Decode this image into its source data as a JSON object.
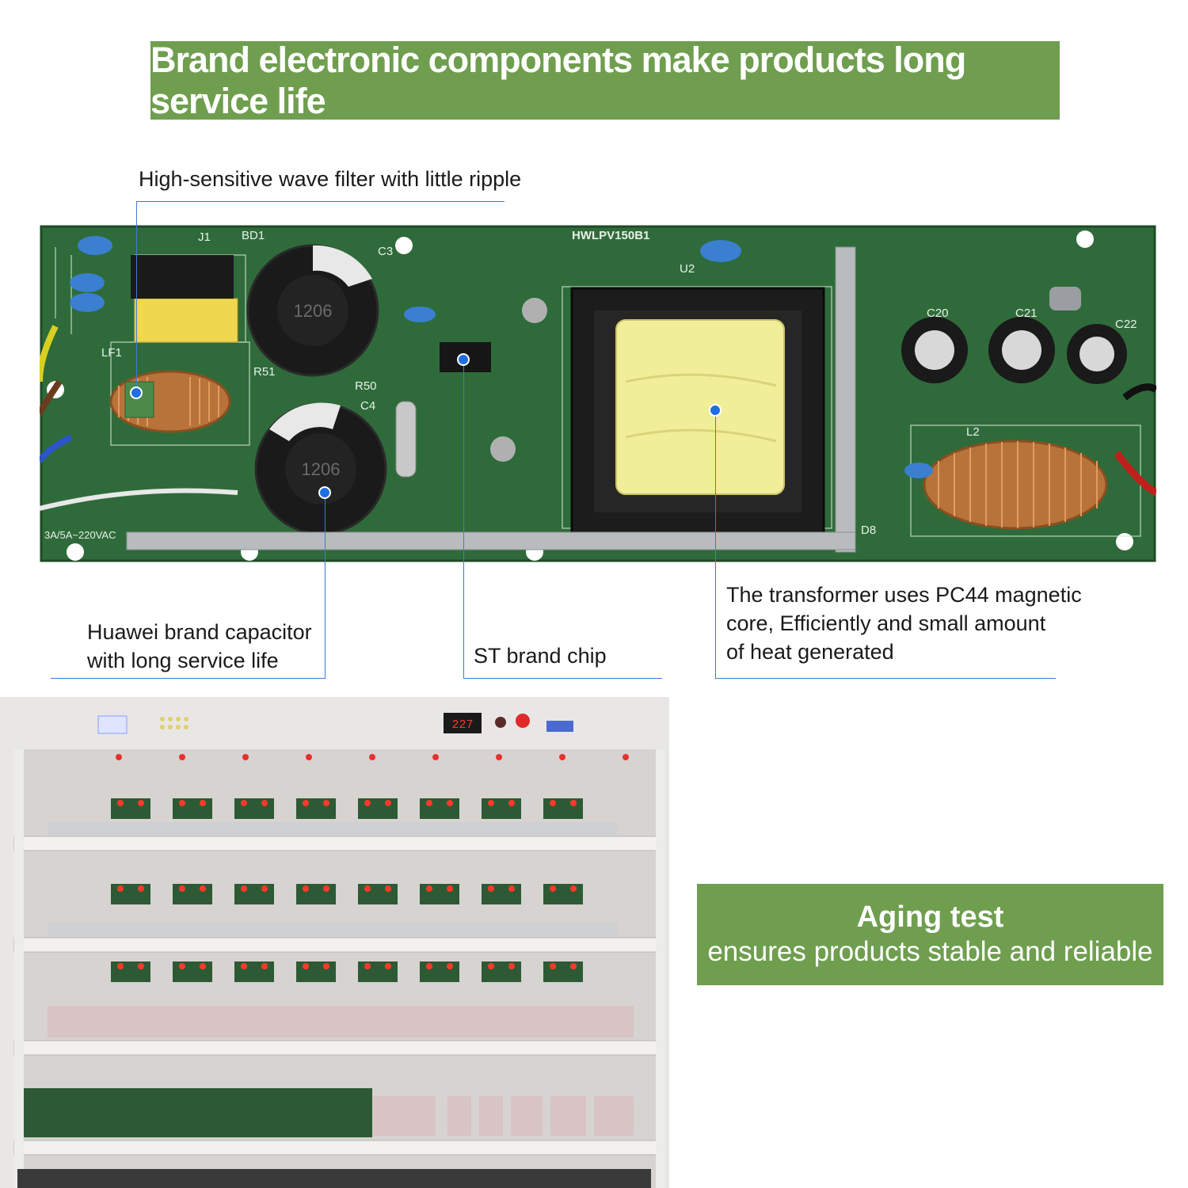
{
  "banner": {
    "title": "Brand electronic components make products long service life"
  },
  "pcb": {
    "board_label": "HWLPV150B1",
    "labels": {
      "ref_c3": "C3",
      "ref_c4": "C4",
      "ref_r51": "R51",
      "ref_r50": "R50",
      "ref_u2": "U2",
      "ref_l2": "L2",
      "ref_c20": "C20",
      "ref_c21": "C21",
      "ref_c22": "C22",
      "ref_d8": "D8",
      "ref_lf1": "LF1",
      "ref_j1": "J1",
      "ref_bd1": "BD1",
      "rating": "3A/5A~220VAC"
    }
  },
  "callouts": {
    "filter": "High-sensitive wave filter with little ripple",
    "capacitor_line1": "Huawei brand capacitor",
    "capacitor_line2": "with long service life",
    "chip": "ST brand chip",
    "transformer_line1": "The transformer uses PC44 magnetic",
    "transformer_line2": "core, Efficiently and small amount",
    "transformer_line3": "of heat generated"
  },
  "aging": {
    "title": "Aging test",
    "subtitle": "ensures products stable and reliable",
    "display_value": "227"
  },
  "colors": {
    "banner_green": "#6f9e4f",
    "pcb_green": "#2f6b3a",
    "leader_blue": "#3b7bd8"
  }
}
